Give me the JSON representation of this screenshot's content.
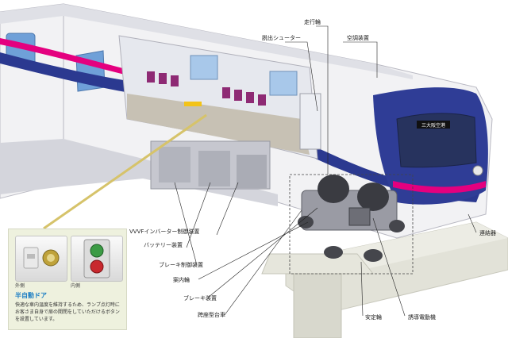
{
  "labels": {
    "running_wheel": "走行輪",
    "chute": "脱出シューター",
    "air_conditioner": "空調装置",
    "vvvf": "VVVFインバーター制御装置",
    "battery": "バッテリー装置",
    "brake_control": "ブレーキ制御装置",
    "guide_wheel": "案内輪",
    "brake_device": "ブレーキ装置",
    "bogie": "跨座型台車",
    "stabilizing_wheel": "安定輪",
    "induction_motor": "誘導電動機",
    "coupler": "連結器"
  },
  "inset": {
    "caption_outside": "外側",
    "caption_inside": "内側",
    "title": "半自動ドア",
    "description": "快適な車内温度を維持するため、ランプ点灯時にお客さま自身で扉の開閉をしていただけるボタンを設置しています。"
  },
  "destination_sign": "三大阪空港",
  "colors": {
    "body": "#f2f2f4",
    "blue_stripe": "#2b3990",
    "pink_stripe": "#e4007f",
    "nose": "#2f3d96",
    "rail": "#e2e2d8",
    "interior_seat": "#8e2a74",
    "callout_line": "#222222",
    "inset_bg": "#eef1de",
    "inset_title": "#1e7fc4"
  }
}
